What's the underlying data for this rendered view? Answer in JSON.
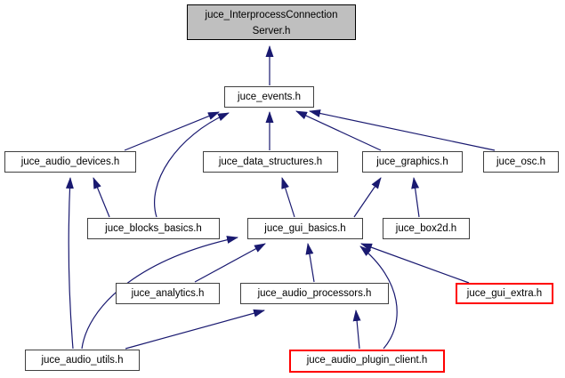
{
  "diagram": {
    "type": "include-dependency-graph",
    "colors": {
      "edge": "#191970",
      "node_fill": "#ffffff",
      "focus_node_fill": "#bfbfbf",
      "node_border": "#404040",
      "highlight_border": "#ff0000",
      "text": "#000000",
      "background": "#ffffff"
    },
    "nodes": [
      {
        "id": "interprocess_server",
        "label": "juce_InterprocessConnection Server.h",
        "variant": "focus"
      },
      {
        "id": "events",
        "label": "juce_events.h",
        "variant": "normal"
      },
      {
        "id": "audio_devices",
        "label": "juce_audio_devices.h",
        "variant": "normal"
      },
      {
        "id": "data_structures",
        "label": "juce_data_structures.h",
        "variant": "normal"
      },
      {
        "id": "graphics",
        "label": "juce_graphics.h",
        "variant": "normal"
      },
      {
        "id": "osc",
        "label": "juce_osc.h",
        "variant": "normal"
      },
      {
        "id": "blocks_basics",
        "label": "juce_blocks_basics.h",
        "variant": "normal"
      },
      {
        "id": "gui_basics",
        "label": "juce_gui_basics.h",
        "variant": "normal"
      },
      {
        "id": "box2d",
        "label": "juce_box2d.h",
        "variant": "normal"
      },
      {
        "id": "analytics",
        "label": "juce_analytics.h",
        "variant": "normal"
      },
      {
        "id": "audio_processors",
        "label": "juce_audio_processors.h",
        "variant": "normal"
      },
      {
        "id": "gui_extra",
        "label": "juce_gui_extra.h",
        "variant": "red"
      },
      {
        "id": "audio_utils",
        "label": "juce_audio_utils.h",
        "variant": "normal"
      },
      {
        "id": "plugin_client",
        "label": "juce_audio_plugin_client.h",
        "variant": "red"
      }
    ],
    "edges": [
      {
        "from": "events",
        "to": "interprocess_server"
      },
      {
        "from": "audio_devices",
        "to": "events"
      },
      {
        "from": "data_structures",
        "to": "events"
      },
      {
        "from": "graphics",
        "to": "events"
      },
      {
        "from": "osc",
        "to": "events"
      },
      {
        "from": "blocks_basics",
        "to": "events"
      },
      {
        "from": "blocks_basics",
        "to": "audio_devices"
      },
      {
        "from": "audio_utils",
        "to": "audio_devices"
      },
      {
        "from": "gui_basics",
        "to": "data_structures"
      },
      {
        "from": "gui_basics",
        "to": "graphics"
      },
      {
        "from": "box2d",
        "to": "graphics"
      },
      {
        "from": "audio_utils",
        "to": "gui_basics"
      },
      {
        "from": "analytics",
        "to": "gui_basics"
      },
      {
        "from": "audio_processors",
        "to": "gui_basics"
      },
      {
        "from": "gui_extra",
        "to": "gui_basics"
      },
      {
        "from": "audio_utils",
        "to": "audio_processors"
      },
      {
        "from": "plugin_client",
        "to": "audio_processors"
      },
      {
        "from": "plugin_client",
        "to": "gui_basics"
      }
    ]
  }
}
